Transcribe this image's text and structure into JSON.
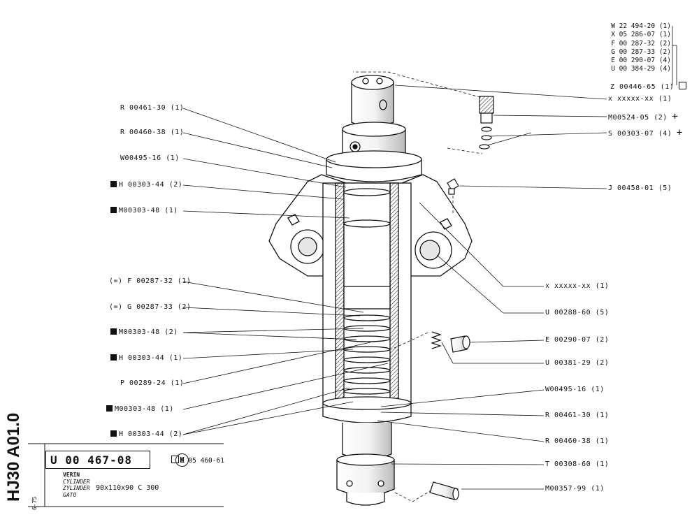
{
  "kit_list": [
    "W 22 494-20 (1)",
    "X 05 286-07 (1)",
    "F 00 287-32 (2)",
    "G 00 287-33 (2)",
    "E 00 290-07 (4)",
    "U 00 384-29 (4)"
  ],
  "kit_ref": "Z 00446-65 (1)",
  "left_labels": {
    "l1": "R 00461-30 (1)",
    "l2": "R 00460-38 (1)",
    "l3": "W00495-16 (1)",
    "l4": "H 00303-44 (2)",
    "l5": "M00303-48 (1)",
    "l6": "(=) F 00287-32 (1)",
    "l7": "(=) G 00287-33 (2)",
    "l8": "M00303-48 (2)",
    "l9": "H 00303-44 (1)",
    "l10": "P 00289-24 (1)",
    "l11": "M00303-48 (1)",
    "l12": "H 00303-44 (2)"
  },
  "right_labels": {
    "r1": "x xxxxx-xx (1)",
    "r2": "M00524-05 (2)",
    "r3": "S 00303-07 (4)",
    "r4": "J 00458-01 (5)",
    "r5": "x xxxxx-xx (1)",
    "r6": "U 00288-60 (5)",
    "r7": "E 00290-07 (2)",
    "r8": "U 00381-29 (2)",
    "r9": "W00495-16 (1)",
    "r10": "R 00461-30 (1)",
    "r11": "R 00460-38 (1)",
    "r12": "T 00308-60 (1)",
    "r13": "M00357-99 (1)"
  },
  "plus_mark": "+",
  "title_block": {
    "code": "U 00 467-08",
    "badge": "K",
    "alt_code": "U 05 460-61",
    "desc_lines": [
      "VERIN",
      "CYLINDER",
      "ZYLINDER",
      "GATO"
    ],
    "dimensions": "90x110x90  C 300",
    "sheet": "HJ30 A01.0",
    "date": "6-75"
  }
}
